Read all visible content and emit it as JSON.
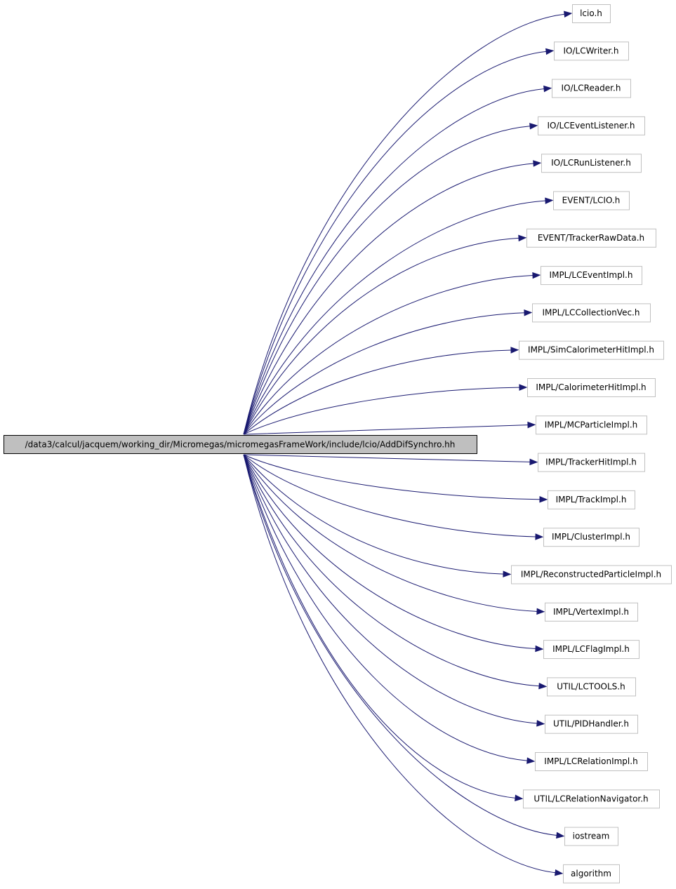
{
  "root": {
    "label": "/data3/calcul/jacquem/working_dir/Micromegas/micromegasFrameWork/include/lcio/AddDifSynchro.hh"
  },
  "includes": [
    {
      "label": "lcio.h"
    },
    {
      "label": "IO/LCWriter.h"
    },
    {
      "label": "IO/LCReader.h"
    },
    {
      "label": "IO/LCEventListener.h"
    },
    {
      "label": "IO/LCRunListener.h"
    },
    {
      "label": "EVENT/LCIO.h"
    },
    {
      "label": "EVENT/TrackerRawData.h"
    },
    {
      "label": "IMPL/LCEventImpl.h"
    },
    {
      "label": "IMPL/LCCollectionVec.h"
    },
    {
      "label": "IMPL/SimCalorimeterHitImpl.h"
    },
    {
      "label": "IMPL/CalorimeterHitImpl.h"
    },
    {
      "label": "IMPL/MCParticleImpl.h"
    },
    {
      "label": "IMPL/TrackerHitImpl.h"
    },
    {
      "label": "IMPL/TrackImpl.h"
    },
    {
      "label": "IMPL/ClusterImpl.h"
    },
    {
      "label": "IMPL/ReconstructedParticleImpl.h"
    },
    {
      "label": "IMPL/VertexImpl.h"
    },
    {
      "label": "IMPL/LCFlagImpl.h"
    },
    {
      "label": "UTIL/LCTOOLS.h"
    },
    {
      "label": "UTIL/PIDHandler.h"
    },
    {
      "label": "IMPL/LCRelationImpl.h"
    },
    {
      "label": "UTIL/LCRelationNavigator.h"
    },
    {
      "label": "iostream"
    },
    {
      "label": "algorithm"
    }
  ],
  "colors": {
    "edge": "#191970",
    "root_fill": "#bfbfbf",
    "node_border": "#c0c0c0"
  }
}
